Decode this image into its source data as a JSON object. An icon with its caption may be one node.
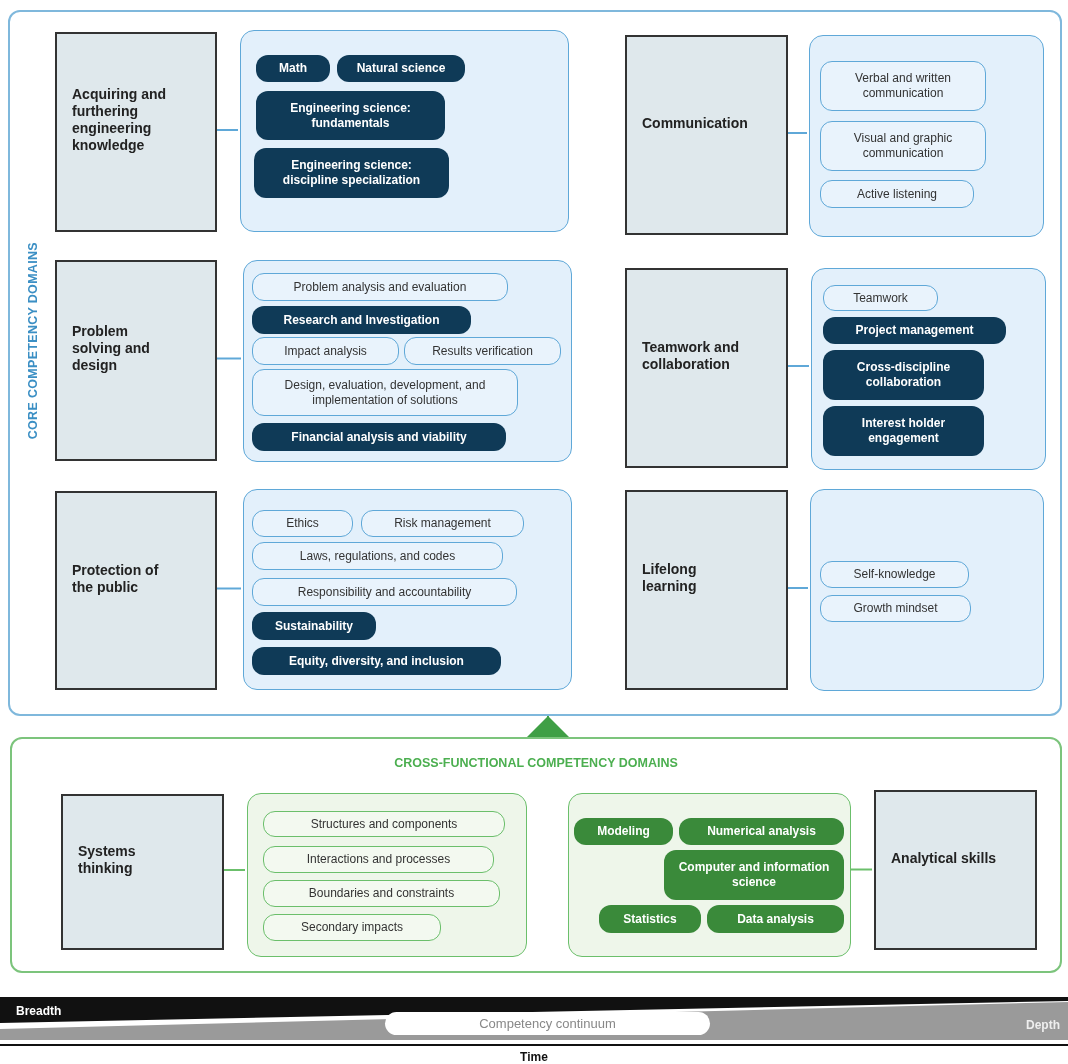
{
  "diagram": {
    "nodes": [
      {
        "text": [
          "CORE COMPETENCY DOMAINS"
        ]
      },
      {
        "text": [
          "Acquiring and furthering engineering knowledge"
        ],
        "in": 0
      },
      {
        "text": [],
        "shape": "box",
        "in": 0
      },
      {
        "text": [
          "Math"
        ],
        "in": 2
      },
      {
        "text": [
          "Natural science"
        ],
        "in": 2
      },
      {
        "text": [
          "Engineering science: fundamentals"
        ],
        "in": 2
      },
      {
        "text": [
          "Engineering science: discipline specialization"
        ],
        "in": 2
      },
      {
        "text": [
          "Communication"
        ],
        "in": 0
      },
      {
        "text": [],
        "shape": "box",
        "in": 0
      },
      {
        "text": [
          "Verbal and written communication"
        ],
        "in": 8
      },
      {
        "text": [
          "Visual and graphic communication"
        ],
        "in": 8
      },
      {
        "text": [
          "Active listening"
        ],
        "in": 8
      },
      {
        "text": [
          "Problem solving and design"
        ],
        "in": 0
      },
      {
        "text": [],
        "shape": "box",
        "in": 0
      },
      {
        "text": [
          "Problem analysis and evaluation"
        ],
        "in": 13
      },
      {
        "text": [
          "Research and Investigation"
        ],
        "in": 13
      },
      {
        "text": [
          "Impact analysis"
        ],
        "in": 13
      },
      {
        "text": [
          "Results verification"
        ],
        "in": 13
      },
      {
        "text": [
          "Design, evaluation, development, and implementation of solutions"
        ],
        "in": 13
      },
      {
        "text": [
          "Financial analysis and viability"
        ],
        "in": 13
      },
      {
        "text": [
          "Teamwork and collaboration"
        ],
        "in": 0
      },
      {
        "text": [],
        "shape": "box",
        "in": 0
      },
      {
        "text": [
          "Teamwork"
        ],
        "in": 21
      },
      {
        "text": [
          "Project management"
        ],
        "in": 21
      },
      {
        "text": [
          "Cross-discipline collaboration"
        ],
        "in": 21
      },
      {
        "text": [
          "Interest holder engagement"
        ],
        "in": 21
      },
      {
        "text": [
          "Protection of the public"
        ],
        "in": 0
      },
      {
        "text": [],
        "shape": "box",
        "in": 0
      },
      {
        "text": [
          "Ethics"
        ],
        "in": 27
      },
      {
        "text": [
          "Risk management"
        ],
        "in": 27
      },
      {
        "text": [
          "Laws, regulations, and codes"
        ],
        "in": 27
      },
      {
        "text": [
          "Responsibility and accountability"
        ],
        "in": 27
      },
      {
        "text": [
          "Sustainability"
        ],
        "in": 27
      },
      {
        "text": [
          "Equity, diversity, and inclusion"
        ],
        "in": 27
      },
      {
        "text": [
          "Lifelong learning"
        ],
        "in": 0
      },
      {
        "text": [],
        "shape": "box",
        "in": 0
      },
      {
        "text": [
          "Self-knowledge"
        ],
        "in": 35
      },
      {
        "text": [
          "Growth mindset"
        ],
        "in": 35
      },
      {
        "text": [
          "CROSS-FUNCTIONAL COMPETENCY DOMAINS"
        ]
      },
      {
        "text": [
          "Systems thinking"
        ],
        "in": 38
      },
      {
        "text": [],
        "shape": "box",
        "in": 38
      },
      {
        "text": [
          "Structures and components"
        ],
        "in": 40
      },
      {
        "text": [
          "Interactions and processes"
        ],
        "in": 40
      },
      {
        "text": [
          "Boundaries and constraints"
        ],
        "in": 40
      },
      {
        "text": [
          "Secondary impacts"
        ],
        "in": 40
      },
      {
        "text": [],
        "shape": "box",
        "in": 38
      },
      {
        "text": [
          "Modeling"
        ],
        "in": 45
      },
      {
        "text": [
          "Numerical analysis"
        ],
        "in": 45
      },
      {
        "text": [
          "Computer and information science"
        ],
        "in": 45
      },
      {
        "text": [
          "Statistics"
        ],
        "in": 45
      },
      {
        "text": [
          "Data analysis"
        ],
        "in": 45
      },
      {
        "text": [
          "Analytical skills"
        ],
        "in": 38
      }
    ],
    "edges": [
      {
        "from": 1,
        "to": 2,
        "arrow": "none"
      },
      {
        "from": 7,
        "to": 8,
        "arrow": "none"
      },
      {
        "from": 12,
        "to": 13,
        "arrow": "none"
      },
      {
        "from": 20,
        "to": 21,
        "arrow": "none"
      },
      {
        "from": 26,
        "to": 27,
        "arrow": "none"
      },
      {
        "from": 34,
        "to": 35,
        "arrow": "none"
      },
      {
        "from": 38,
        "to": 0,
        "arrow": "to",
        "color": "#3f9f45"
      },
      {
        "from": 39,
        "to": 40,
        "arrow": "none",
        "color": "#6bbf6b"
      },
      {
        "from": 45,
        "to": 51,
        "arrow": "none",
        "color": "#6bbf6b"
      }
    ],
    "labels": [
      "Breadth",
      "Competency continuum",
      "Depth",
      "Time"
    ]
  }
}
